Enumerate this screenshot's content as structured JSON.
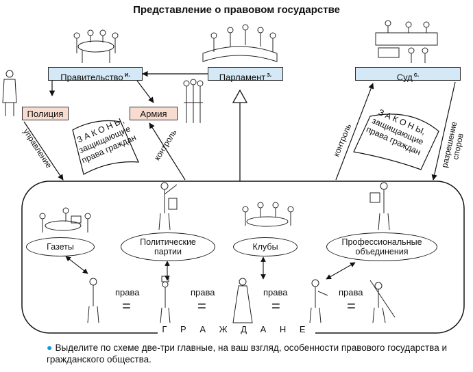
{
  "title": "Представление о правовом государстве",
  "government": {
    "label": "Правительство",
    "mark": "и."
  },
  "parliament": {
    "label": "Парламент",
    "mark": "з."
  },
  "court": {
    "label": "Суд",
    "mark": "с."
  },
  "police": {
    "label": "Полиция"
  },
  "army": {
    "label": "Армия"
  },
  "laws_left": "З А К О Н Ы,\nзащищающие\nправа граждан",
  "laws_right": "З А К О Н Ы,\nзащищающие\nправа граждан",
  "arrow_labels": {
    "management": "управление",
    "control_left": "контроль",
    "control_right": "контроль",
    "dispute_resolution": "разрешение\nспоров"
  },
  "society": {
    "newspapers": "Газеты",
    "parties": "Политические\nпартии",
    "clubs": "Клубы",
    "unions": "Профессиональные\nобъединения"
  },
  "rights": [
    "права",
    "права",
    "права",
    "права"
  ],
  "citizens": "Г Р А Ж Д А Н Е",
  "question": "Выделите по схеме две-три главные, на ваш взгляд, особенности правового государства и гражданского общества.",
  "colors": {
    "blue_box": "#d4e9f5",
    "pink_box": "#f8dcd0",
    "bullet": "#0a9fd8"
  },
  "icons": [
    "people-at-table-icon",
    "parliament-meeting-icon",
    "court-session-icon",
    "policeman-icon",
    "soldiers-icon",
    "orator-icon",
    "worker-icon"
  ]
}
